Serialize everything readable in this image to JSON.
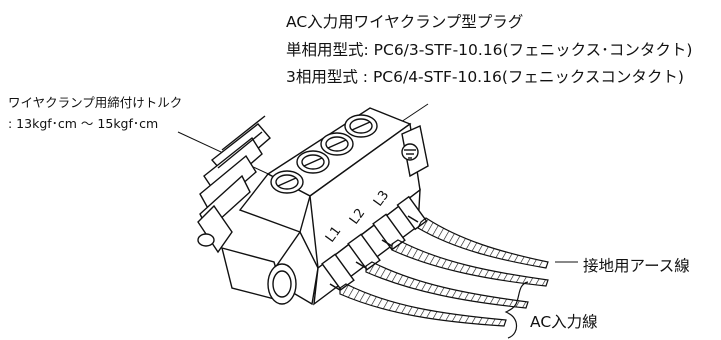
{
  "header": {
    "title": "AC入力用ワイヤクランプ型プラグ",
    "single_phase": "単相用型式: PC6/3-STF-10.16(フェニックス･コンタクト)",
    "three_phase": "3相用型式 : PC6/4-STF-10.16(フェニックスコンタクト)"
  },
  "torque": {
    "line1": "ワイヤクランプ用締付けトルク",
    "line2": ": 13kgf･cm ～ 15kgf･cm"
  },
  "terminal_labels": [
    "L1",
    "L2",
    "L3"
  ],
  "wires": {
    "earth_label": "接地用アース線",
    "ac_label": "AC入力線"
  },
  "colors": {
    "line": "#111111",
    "background": "#ffffff"
  }
}
